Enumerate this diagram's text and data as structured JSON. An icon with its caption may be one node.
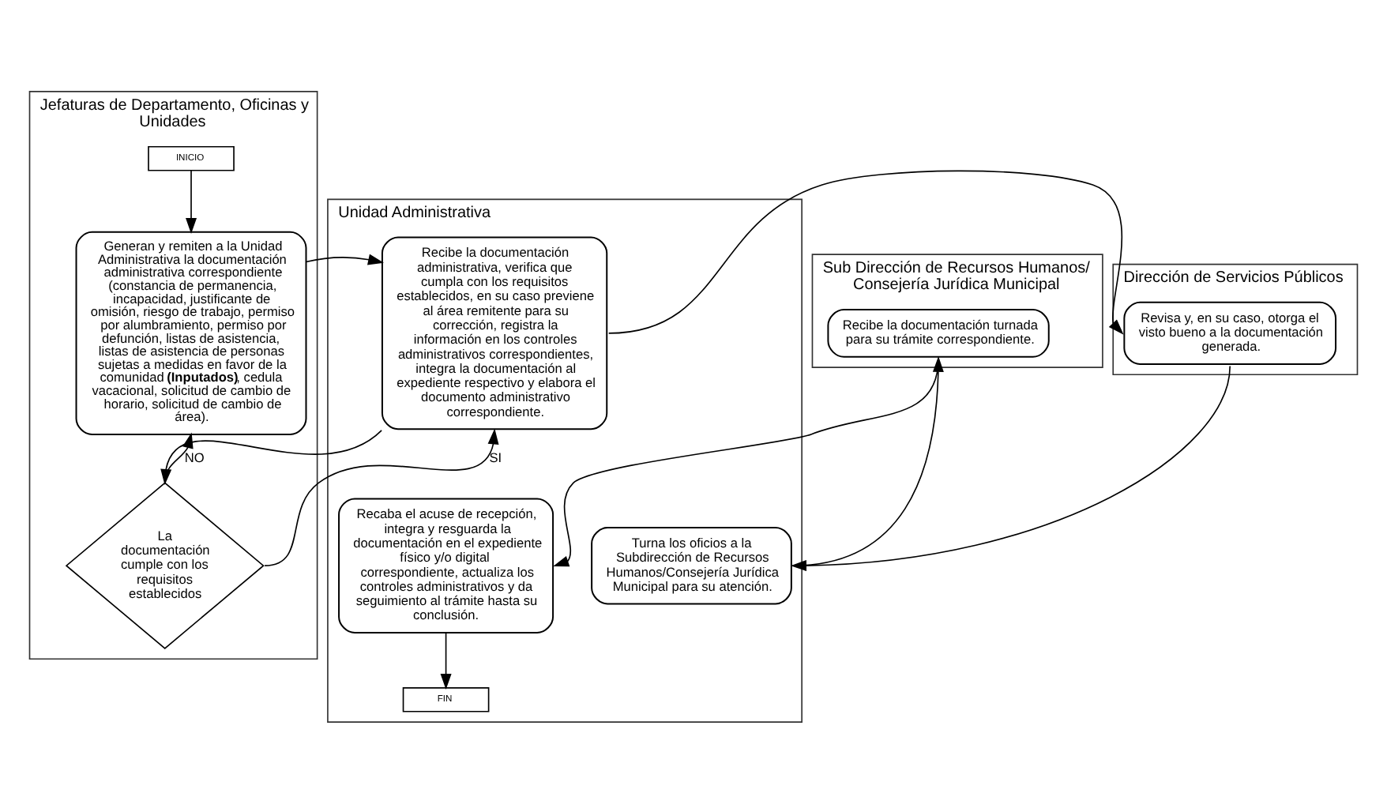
{
  "diagram": {
    "nodes": [
      {
        "text": [
          "Jefaturas de Departamento, Oficinas y Unidades"
        ]
      },
      {
        "text": [
          "INICIO"
        ],
        "in": 0
      },
      {
        "text": [
          "Generan y remiten a la Unidad Administrativa la documentación administrativa correspondiente (constancia de permanencia, incapacidad, justificante de omisión, riesgo de trabajo, permiso por alumbramiento, permiso por defunción, listas de asistencia, listas de asistencia de personas sujetas a medidas en favor de la comunidad **(Inputados)**, cedula vacacional, solicitud de cambio de horario, solicitud de cambio de área)."
        ],
        "in": 0
      },
      {
        "text": [
          "La documentación cumple con los requisitos establecidos"
        ],
        "in": 0
      },
      {
        "text": [
          "Unidad Administrativa"
        ]
      },
      {
        "text": [
          "Recibe la documentación administrativa, verifica que cumpla con los requisitos establecidos, en su caso previene al área remitente para su corrección, registra la información en los controles administrativos correspondientes, integra la documentación al expediente respectivo y elabora el documento administrativo correspondiente."
        ],
        "in": 4
      },
      {
        "text": [
          "Turna los oficios a la Subdirección de Recursos Humanos/Consejería Jurídica Municipal para su atención."
        ],
        "in": 4
      },
      {
        "text": [
          "Recaba el acuse de recepción, integra y resguarda la documentación en el expediente físico y/o digital correspondiente, actualiza los controles administrativos y da seguimiento al trámite hasta su conclusión."
        ],
        "in": 4
      },
      {
        "text": [
          "FIN"
        ],
        "in": 4
      },
      {
        "text": [
          "Dirección de Servicios Públicos"
        ]
      },
      {
        "text": [
          "Revisa y, en su caso, otorga el visto bueno a la documentación generada."
        ],
        "in": 9
      },
      {
        "text": [
          "Sub Dirección de Recursos Humanos/ Consejería Jurídica Municipal"
        ]
      },
      {
        "text": [
          "Recibe la documentación turnada para su trámite correspondiente."
        ],
        "in": 11
      }
    ],
    "edges": [
      {
        "from": 1,
        "to": 2,
        "arrow": "to"
      },
      {
        "from": 2,
        "to": 5,
        "arrow": "to"
      },
      {
        "from": 5,
        "to": 3,
        "arrow": "to"
      },
      {
        "from": 3,
        "to": 2,
        "arrow": "to",
        "label": "NO"
      },
      {
        "from": 3,
        "to": 5,
        "arrow": "to",
        "label": "SI"
      },
      {
        "from": 5,
        "to": 10,
        "arrow": "to"
      },
      {
        "from": 10,
        "to": 6,
        "arrow": "to"
      },
      {
        "from": 6,
        "to": 12,
        "arrow": "to"
      },
      {
        "from": 12,
        "to": 7,
        "arrow": "to"
      },
      {
        "from": 7,
        "to": 8,
        "arrow": "to"
      }
    ]
  }
}
